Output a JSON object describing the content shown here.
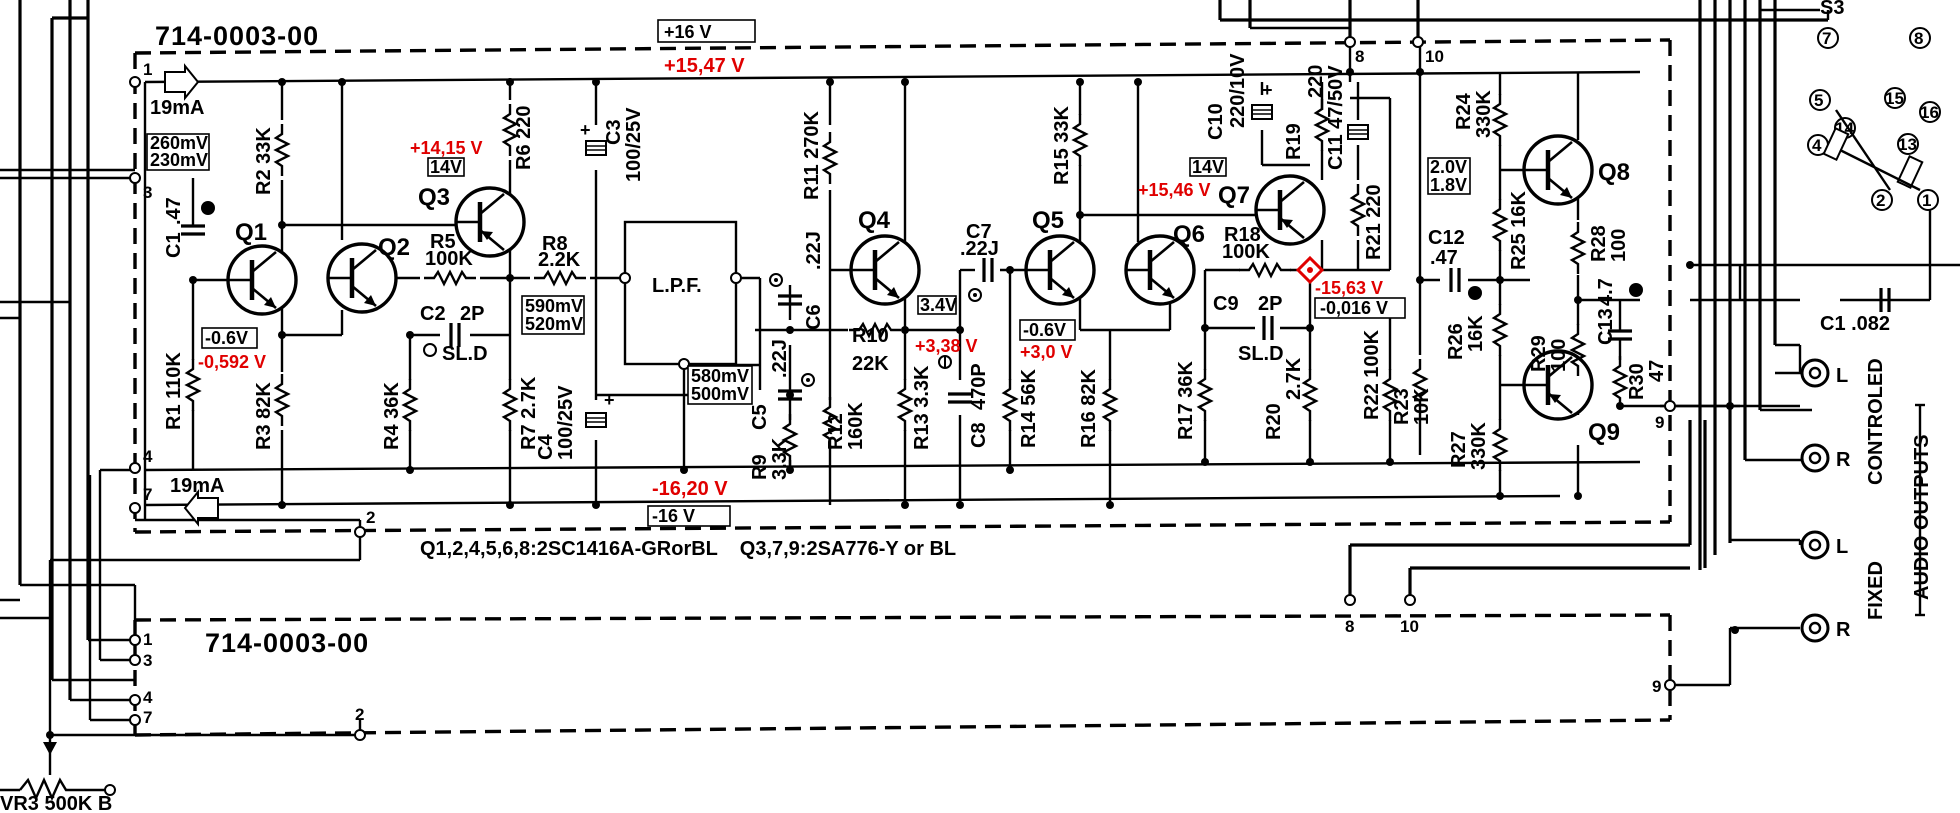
{
  "board": {
    "top_id": "714-0003-00",
    "bottom_id": "714-0003-00",
    "supply_pos_box": "+16 V",
    "supply_pos_red": "+15,47 V",
    "supply_neg_red": "-16,20 V",
    "supply_neg_box": "-16 V",
    "current_in": "19mA",
    "current_out": "19mA",
    "transistor_note": "Q1,2,4,5,6,8:2SC1416A-GRorBL    Q3,7,9:2SA776-Y or BL"
  },
  "transistors": [
    "Q1",
    "Q2",
    "Q3",
    "Q4",
    "Q5",
    "Q6",
    "Q7",
    "Q8",
    "Q9"
  ],
  "parts": {
    "r1": "R1 110K",
    "r2": "R2 33K",
    "r3": "R3 82K",
    "r4": "R4 36K",
    "r5": "R5",
    "r5v": "100K",
    "r6": "R6 220",
    "r7": "R7 2.7K",
    "r8": "R8",
    "r8v": "2.2K",
    "r9": "R9",
    "r9v": "3.3K",
    "r10": "R10",
    "r10v": "22K",
    "r11": "R11 270K",
    "r12": "R12",
    "r12v": "160K",
    "r13": "R13 3.3K",
    "r14": "R14 56K",
    "r15": "R15 33K",
    "r16": "R16 82K",
    "r17": "R17 36K",
    "r18": "R18",
    "r18v": "100K",
    "r19": "R19",
    "r19v": "220",
    "r20": "R20",
    "r20v": "2.7K",
    "r21": "R21 220",
    "r22": "R22 100K",
    "r23": "R23",
    "r23v": "10K",
    "r24": "R24",
    "r24v": "330K",
    "r25": "R25 16K",
    "r26": "R26",
    "r26v": "16K",
    "r27": "R27",
    "r27v": "330K",
    "r28": "R28",
    "r28v": "100",
    "r29": "R29",
    "r29v": "100",
    "r30": "R30",
    "r30v": "47",
    "c1": "C1",
    "c1v": ".47",
    "c2": "C2",
    "c2v": "2P",
    "c2t": "SL.D",
    "c3": "C3",
    "c3v": "100/25V",
    "c4": "C4",
    "c4v": "100/25V",
    "c5": "C5",
    "c5v": ".22J",
    "c6": "C6",
    "c6v": ".22J",
    "c7": "C7",
    "c7v": ".22J",
    "c8": "C8",
    "c8v": "470P",
    "c9": "C9",
    "c9v": "2P",
    "c9t": "SL.D",
    "c10": "C10",
    "c10v": "220/10V",
    "c11": "C11 47/50V",
    "c12": "C12",
    "c12v": ".47",
    "c13": "C13",
    "c13v": "4.7",
    "c1ext": "C1 .082",
    "vr3": "VR3 500K B",
    "lpf": "L.P.F."
  },
  "voltages": {
    "q3_emitter_red": "+14,15 V",
    "q3_emitter_box": "14V",
    "q1_emitter_box": "-0.6V",
    "q1_emitter_red": "-0,592 V",
    "input_box_1": "260mV",
    "input_box_2": "230mV",
    "lpf_in_1": "590mV",
    "lpf_in_2": "520mV",
    "lpf_out_1": "580mV",
    "lpf_out_2": "500mV",
    "q4_box": "3.4V",
    "q4_red": "+3,38 V",
    "q5_box": "-0.6V",
    "q5_red": "+3,0 V",
    "q7_box": "14V",
    "q7_red": "+15,46 V",
    "out_red": "-15,63 V",
    "out_box": "-0,016 V",
    "q8_box_1": "2.0V",
    "q8_box_2": "1.8V"
  },
  "pins": {
    "p1": "1",
    "p2": "2",
    "p3": "3",
    "p4": "4",
    "p7": "7",
    "p8": "8",
    "p9": "9",
    "p10": "10",
    "b1": "1",
    "b2": "2",
    "b3": "3",
    "b4": "4",
    "b7": "7",
    "b8": "8",
    "b9": "9",
    "b10": "10"
  },
  "switch": {
    "name": "S3",
    "c7": "7",
    "c8": "8",
    "c5": "5",
    "c15": "15",
    "c16": "16",
    "c14": "14",
    "c4": "4",
    "c13": "13",
    "c2": "2",
    "c1": "1"
  },
  "outputs": {
    "l1": "L",
    "r1": "R",
    "l2": "L",
    "r2": "R",
    "controlled": "CONTROLED",
    "fixed": "FIXED",
    "audio": "AUDIO OUTPUTS"
  }
}
